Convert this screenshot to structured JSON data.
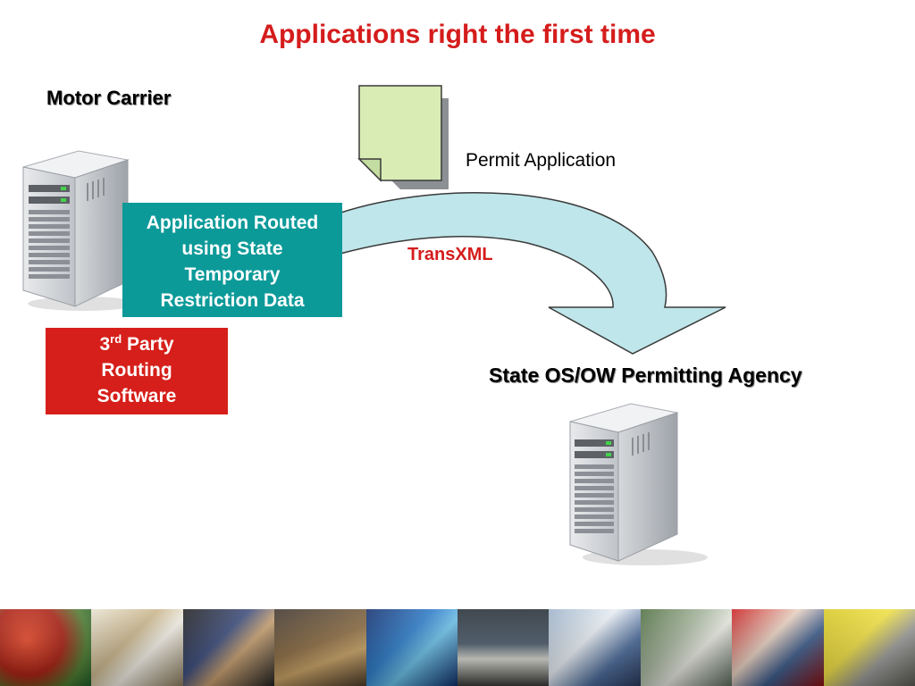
{
  "slide": {
    "title": "Applications right the first time",
    "motor_carrier": "Motor Carrier",
    "permit_application": "Permit Application",
    "transxml": "TransXML",
    "state_agency": "State OS/OW Permitting Agency",
    "routed_box": {
      "lines": [
        "Application Routed",
        "using State",
        "Temporary",
        "Restriction Data"
      ]
    },
    "party_box": {
      "ordinal_number": "3",
      "ordinal_suffix": "rd",
      "line1_rest": " Party",
      "lines": [
        "Routing",
        "Software"
      ]
    }
  },
  "colors": {
    "title_red": "#d51c1c",
    "teal_box": "#0c9a99",
    "red_box": "#d61f1a",
    "arrow_fill": "#bfe6ea",
    "document_fill": "#d8ecb4"
  },
  "icons": [
    "server-icon",
    "document-icon",
    "curved-arrow-icon"
  ]
}
